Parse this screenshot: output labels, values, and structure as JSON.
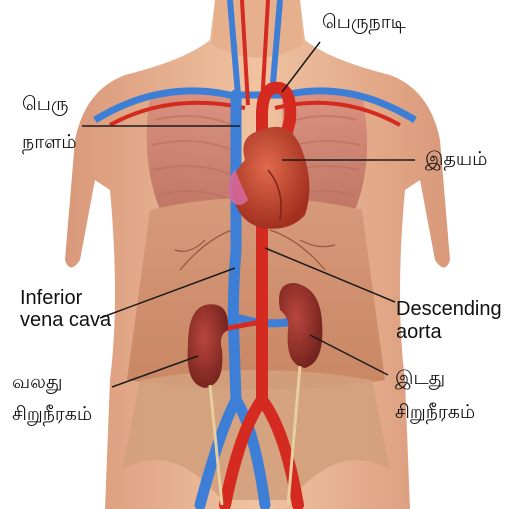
{
  "diagram": {
    "labels": {
      "aorta_ta": "பெருநாடி",
      "vena_cava_ta_line1": "பெரு",
      "vena_cava_ta_line2": "நாளம்",
      "heart_ta": "இதயம்",
      "inferior_vena_cava_en_line1": "Inferior",
      "inferior_vena_cava_en_line2": "vena cava",
      "descending_aorta_en_line1": "Descending",
      "descending_aorta_en_line2": "aorta",
      "right_kidney_ta_line1": "வலது",
      "right_kidney_ta_line2": "சிறுநீரகம்",
      "left_kidney_ta_line1": "இடது",
      "left_kidney_ta_line2": "சிறுநீரகம்"
    },
    "colors": {
      "artery": "#d42a1f",
      "vein": "#3d7ed6",
      "skin": "#e9b48e",
      "muscle": "#c98466",
      "kidney": "#8e2f28",
      "heart": "#c9452f"
    }
  }
}
